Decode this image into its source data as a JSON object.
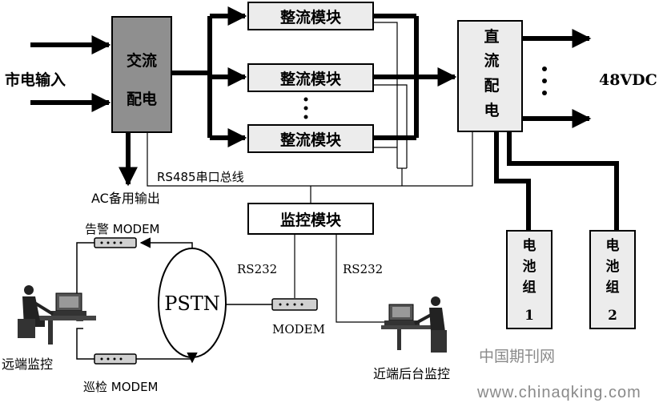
{
  "labels": {
    "mains_input": "市电输入",
    "ac_dist_line1": "交流",
    "ac_dist_line2": "配电",
    "rectifier": "整流模块",
    "dc_dist": [
      "直",
      "流",
      "配",
      "电"
    ],
    "output_voltage": "48VDC",
    "rs485_bus": "RS485串口总线",
    "ac_backup": "AC备用输出",
    "monitor": "监控模块",
    "alarm_modem": "告警 MODEM",
    "patrol_modem": "巡检 MODEM",
    "pstn": "PSTN",
    "rs232_left": "RS232",
    "rs232_right": "RS232",
    "modem": "MODEM",
    "remote_monitor": "远端监控",
    "local_monitor": "近端后台监控",
    "battery1": [
      "电",
      "池",
      "组",
      "1"
    ],
    "battery2": [
      "电",
      "池",
      "组",
      "2"
    ]
  },
  "watermark": {
    "cn": "中国期刊网",
    "url": "www.chinaqking.com"
  },
  "colors": {
    "ac_box_fill": "#8f8f8f",
    "module_fill": "#ececec",
    "line": "#000000"
  }
}
